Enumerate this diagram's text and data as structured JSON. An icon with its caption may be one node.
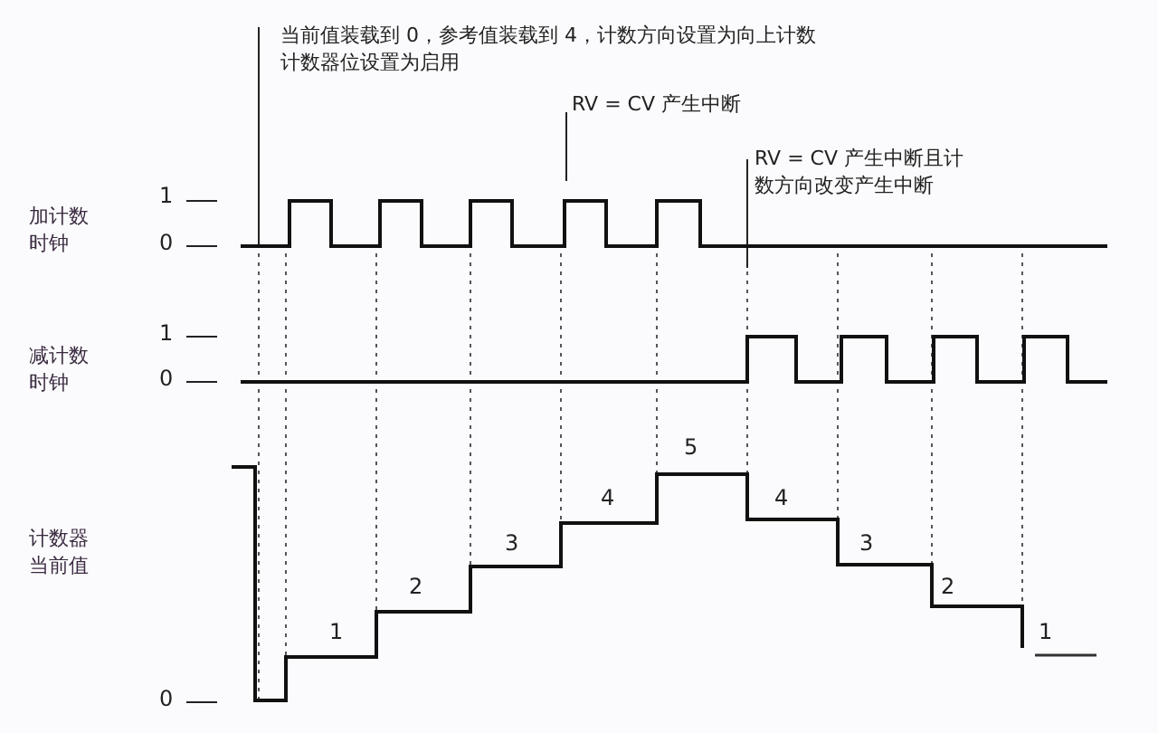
{
  "diagram": {
    "labels": [
      "当前值装载到 0，参考值装载到 4，计数方向设置为向上计数计数器位设置为启用",
      "RV = CV 产生中断",
      "RV = CV 产生中断且计数方向改变产生中断",
      "1",
      "加计数时钟",
      "0",
      "1",
      "减计数时钟",
      "0",
      "5",
      "4",
      "4",
      "计数器当前值",
      "3",
      "3",
      "2",
      "2",
      "1",
      "1",
      "0"
    ]
  }
}
